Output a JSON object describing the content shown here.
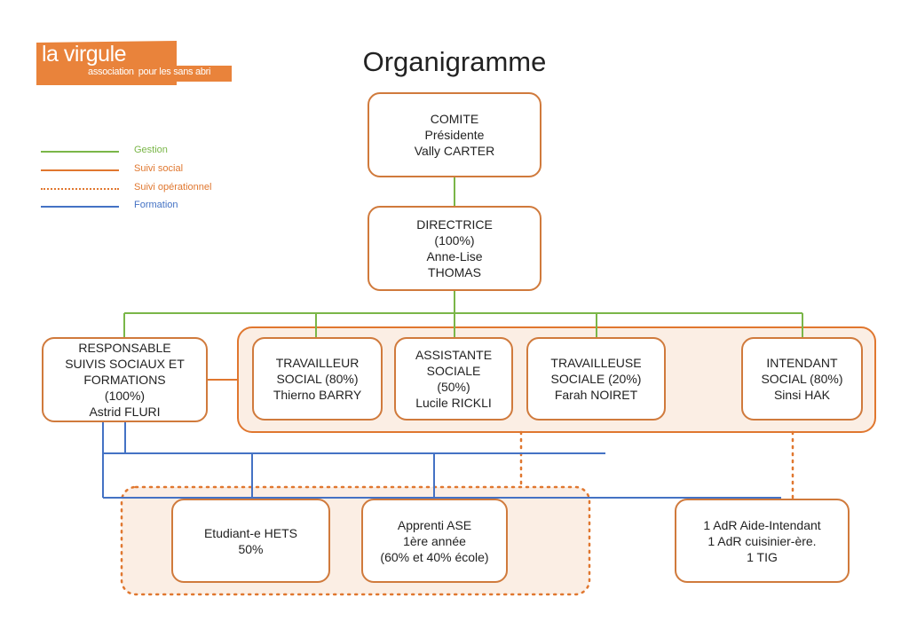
{
  "logo": {
    "name": "la virgule",
    "tagline_a": "association",
    "tagline_b": "pour les sans abri",
    "color": "#e9833b"
  },
  "title": "Organigramme",
  "legend": [
    {
      "label": "Gestion",
      "color": "#7ab648",
      "style": "solid"
    },
    {
      "label": "Suivi social",
      "color": "#e0772f",
      "style": "solid"
    },
    {
      "label": "Suivi opérationnel",
      "color": "#e0772f",
      "style": "dotted"
    },
    {
      "label": "Formation",
      "color": "#4472c4",
      "style": "solid"
    }
  ],
  "colors": {
    "gestion": "#7ab648",
    "suivi": "#e0772f",
    "formation": "#4472c4",
    "node_border": "#d07a3c",
    "group_fill": "#fbeee4"
  },
  "nodes": {
    "comite": "COMITE\nPrésidente\nVally CARTER",
    "directrice": "DIRECTRICE\n(100%)\nAnne-Lise\nTHOMAS",
    "responsable": "RESPONSABLE\nSUIVIS SOCIAUX ET\nFORMATIONS\n(100%)\nAstrid FLURI",
    "travailleur": "TRAVAILLEUR\nSOCIAL (80%)\nThierno BARRY",
    "assistante": "ASSISTANTE\nSOCIALE\n(50%)\nLucile RICKLI",
    "travailleuse": "TRAVAILLEUSE\nSOCIALE (20%)\nFarah NOIRET",
    "intendant": "INTENDANT\nSOCIAL (80%)\nSinsi HAK",
    "etudiant": "Etudiant-e HETS\n50%",
    "apprenti": "Apprenti ASE\n1ère année\n(60% et 40% école)",
    "adr": "1 AdR Aide-Intendant\n1 AdR cuisinier-ère.\n1 TIG"
  }
}
